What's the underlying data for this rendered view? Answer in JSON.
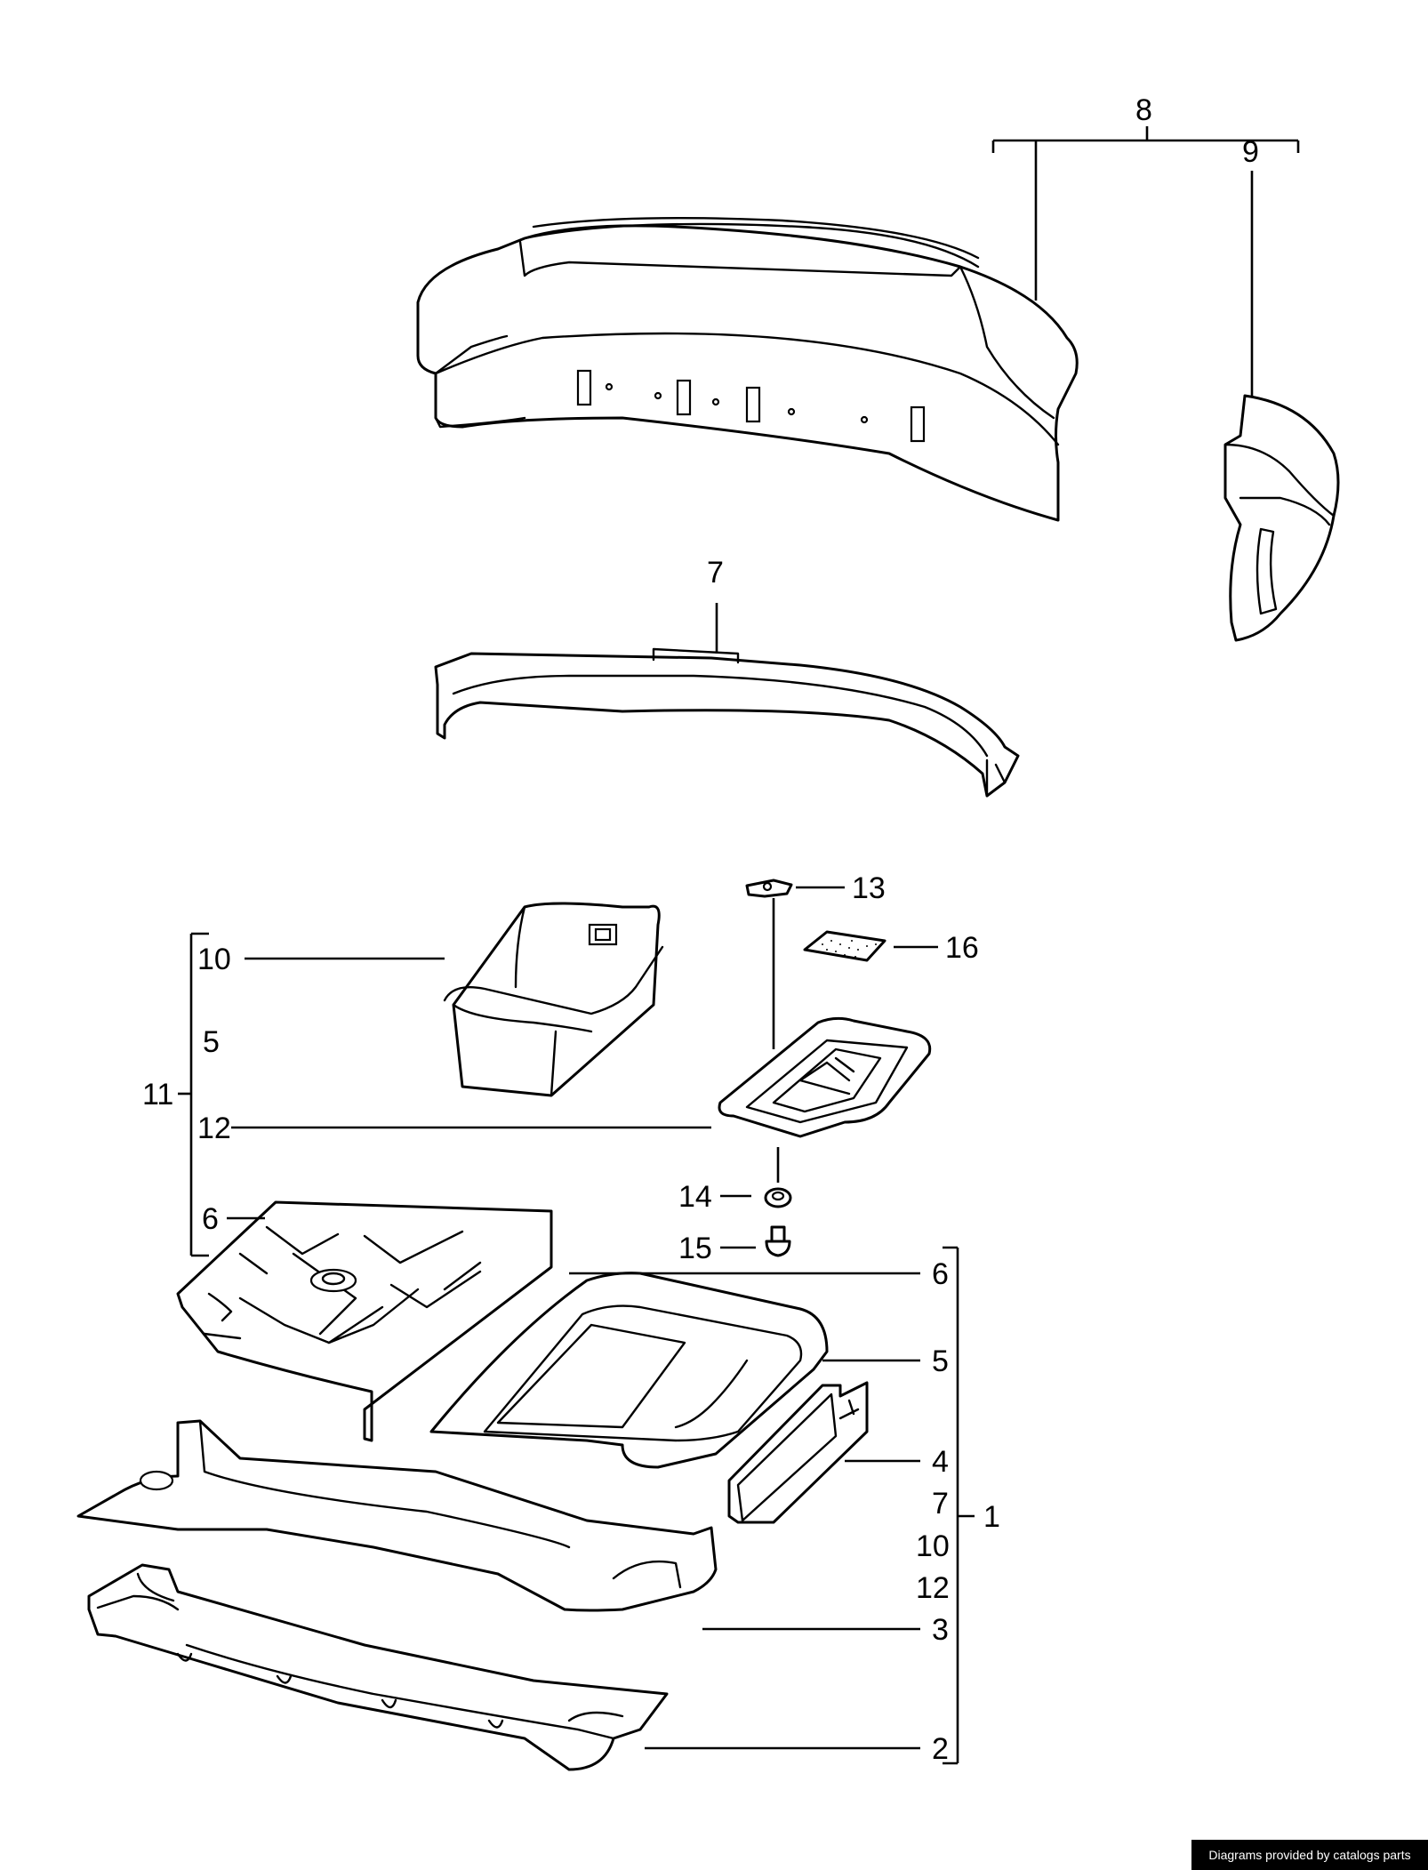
{
  "diagram": {
    "callouts": {
      "c1": "1",
      "c2": "2",
      "c3": "3",
      "c4": "4",
      "c5_right": "5",
      "c5_left": "5",
      "c6_right": "6",
      "c6_left": "6",
      "c7_top": "7",
      "c7_right": "7",
      "c8": "8",
      "c9": "9",
      "c10_left": "10",
      "c10_right": "10",
      "c11": "11",
      "c12_left": "12",
      "c12_right": "12",
      "c13": "13",
      "c14": "14",
      "c15": "15",
      "c16": "16"
    }
  },
  "footer": {
    "credit": "Diagrams provided by catalogs parts"
  }
}
